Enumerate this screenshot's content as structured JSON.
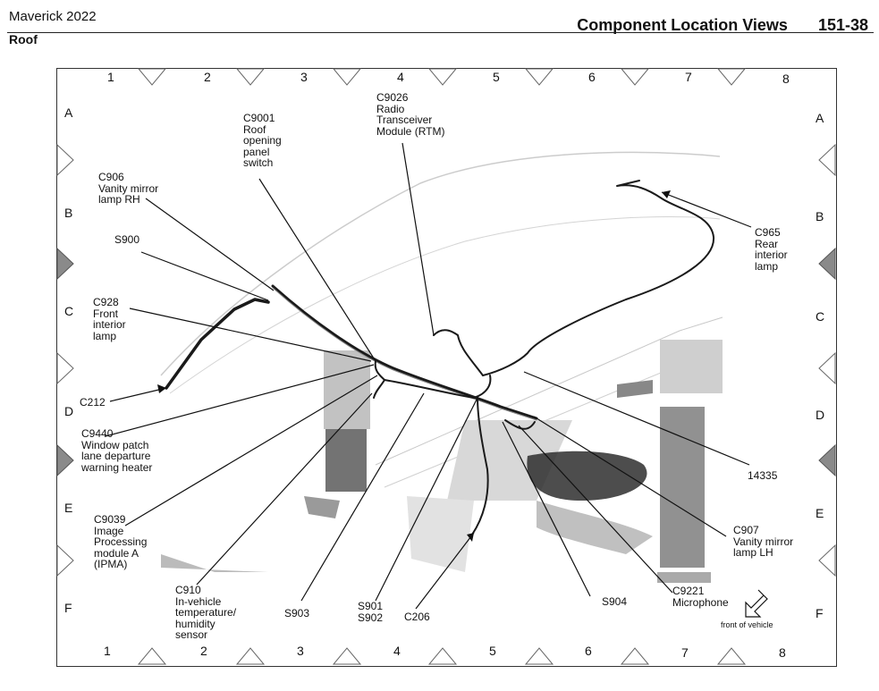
{
  "header": {
    "vehicle": "Maverick 2022",
    "section": "Roof",
    "title": "Component Location Views",
    "page_number": "151-38"
  },
  "grid": {
    "columns": [
      "1",
      "2",
      "3",
      "4",
      "5",
      "6",
      "7",
      "8"
    ],
    "rows": [
      "A",
      "B",
      "C",
      "D",
      "E",
      "F"
    ]
  },
  "labels": {
    "c9001": "C9001\nRoof\nopening\npanel\nswitch",
    "c9026": "C9026\nRadio\nTransceiver\nModule (RTM)",
    "c906": "C906\nVanity mirror\nlamp RH",
    "s900": "S900",
    "c928": "C928\nFront\ninterior\nlamp",
    "c212": "C212",
    "c9440": "C9440\nWindow patch\nlane departure\nwarning heater",
    "c9039": "C9039\nImage\nProcessing\nmodule A\n(IPMA)",
    "c910": "C910\nIn-vehicle\ntemperature/\nhumidity\nsensor",
    "s903": "S903",
    "s901_s902": "S901\nS902",
    "c206": "C206",
    "s904": "S904",
    "c9221": "C9221\nMicrophone",
    "c907": "C907\nVanity mirror\nlamp LH",
    "n14335": "14335",
    "c965": "C965\nRear\ninterior\nlamp",
    "front_of_vehicle": "front of vehicle"
  }
}
